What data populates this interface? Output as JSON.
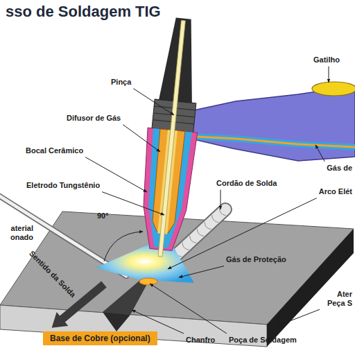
{
  "diagram": {
    "title": "sso de Soldagem TIG",
    "nodes": [
      {
        "text": [
          "Base de Cobre (opcional)"
        ]
      }
    ],
    "labels": [
      "Gatilho",
      "Pinça",
      "Difusor de Gás",
      "Bocal Cerâmico",
      "Gás de",
      "Eletrodo Tungstênio",
      "Cordão de Solda",
      "Arco Elét",
      "90°",
      "aterial onado",
      "Gás de Proteção",
      "Sentido da Solda",
      "Ater Peça S",
      "Chanfro",
      "Poça de Soldagem"
    ]
  }
}
